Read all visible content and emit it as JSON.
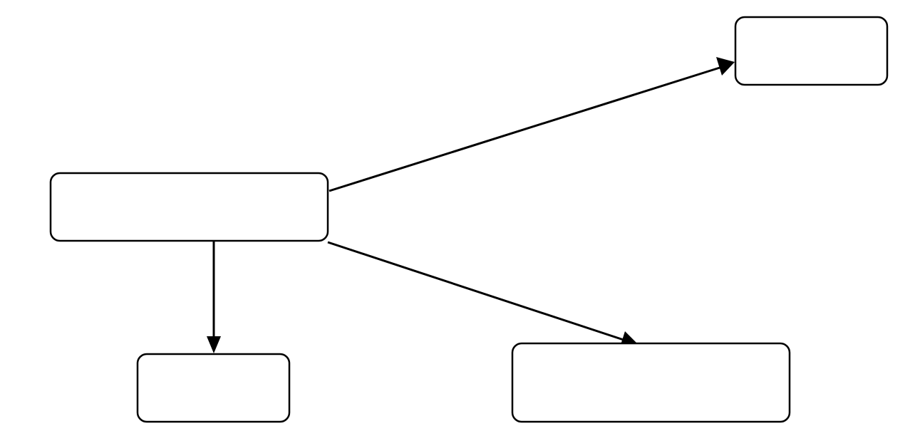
{
  "diagram": {
    "type": "flowchart",
    "nodes": [
      {
        "id": "source",
        "label": ""
      },
      {
        "id": "target-top-right",
        "label": ""
      },
      {
        "id": "target-bottom-left",
        "label": ""
      },
      {
        "id": "target-bottom-right",
        "label": ""
      }
    ],
    "edges": [
      {
        "from": "source",
        "to": "target-top-right"
      },
      {
        "from": "source",
        "to": "target-bottom-left"
      },
      {
        "from": "source",
        "to": "target-bottom-right"
      }
    ],
    "colors": {
      "stroke": "#000000",
      "fill": "#ffffff",
      "background": "#ffffff"
    }
  }
}
